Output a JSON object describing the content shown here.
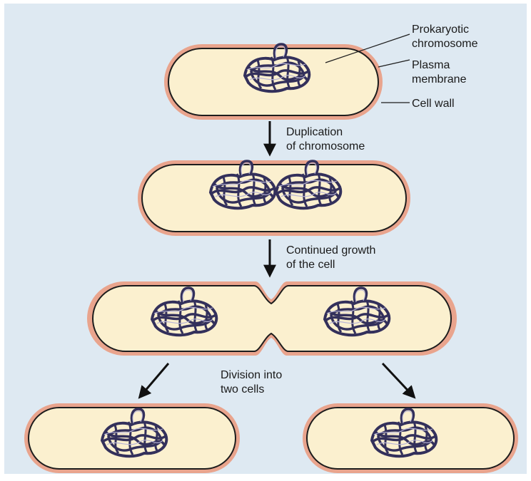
{
  "colors": {
    "panel": "#dee9f2",
    "wall": "#e9a48d",
    "cytoplasm": "#fbf0cf",
    "outline": "#1d1d1d",
    "chromosome": "#33305b",
    "chromosome_light": "#b7b4d6"
  },
  "labels": {
    "prokaryotic_line1": "Prokaryotic",
    "prokaryotic_line2": "chromosome",
    "plasma_line1": "Plasma",
    "plasma_line2": "membrane",
    "cell_wall": "Cell wall",
    "step1_line1": "Duplication",
    "step1_line2": "of chromosome",
    "step2_line1": "Continued growth",
    "step2_line2": "of the cell",
    "step3_line1": "Division into",
    "step3_line2": "two cells"
  }
}
